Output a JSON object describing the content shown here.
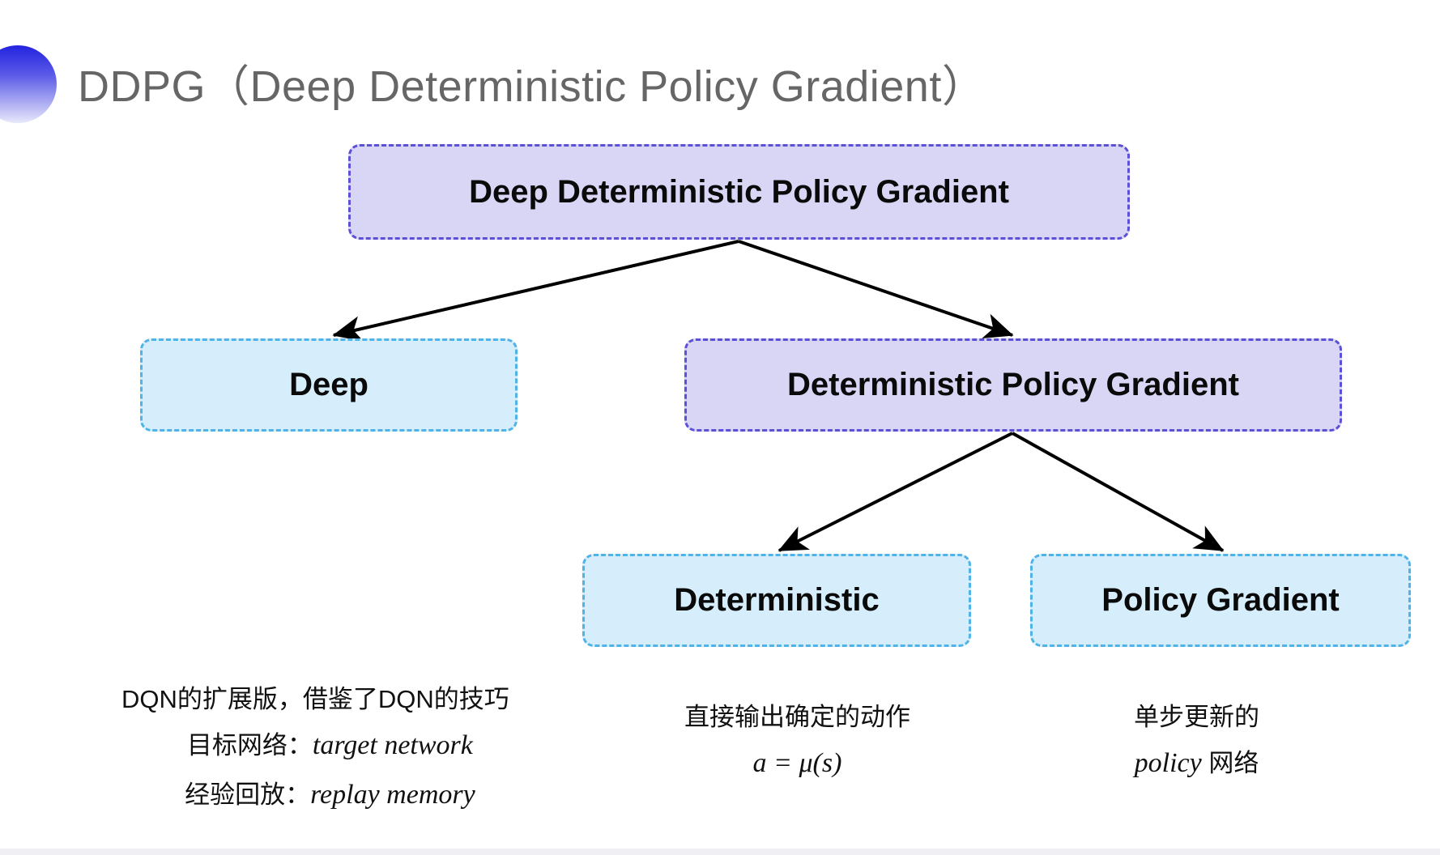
{
  "slide": {
    "title": "DDPG（Deep Deterministic Policy Gradient）",
    "accent_icon": "half-circle-gradient-marker",
    "background_color": "#ffffff"
  },
  "colors": {
    "purple_fill": "#d9d5f5",
    "purple_border": "#5b50d6",
    "blue_fill": "#d6eefc",
    "blue_border": "#4fb3e8",
    "arrow_color": "#000000",
    "title_color": "#666666",
    "accent_gradient_start": "#2323e0",
    "accent_gradient_end": "#e8e8fb"
  },
  "diagram": {
    "type": "tree",
    "nodes": [
      {
        "id": "root",
        "label": "Deep Deterministic Policy Gradient",
        "style": "purple",
        "level": 0
      },
      {
        "id": "deep",
        "label": "Deep",
        "style": "blue",
        "level": 1
      },
      {
        "id": "dpg",
        "label": "Deterministic Policy Gradient",
        "style": "purple",
        "level": 1
      },
      {
        "id": "det",
        "label": "Deterministic",
        "style": "blue",
        "level": 2
      },
      {
        "id": "pg",
        "label": "Policy Gradient",
        "style": "blue",
        "level": 2
      }
    ],
    "edges": [
      {
        "from": "root",
        "to": "deep"
      },
      {
        "from": "root",
        "to": "dpg"
      },
      {
        "from": "dpg",
        "to": "det"
      },
      {
        "from": "dpg",
        "to": "pg"
      }
    ]
  },
  "captions": {
    "deep": {
      "line1": "DQN的扩展版，借鉴了DQN的技巧",
      "line2_label": "目标网络：",
      "line2_term": "target network",
      "line3_label": "经验回放：",
      "line3_term": "replay memory"
    },
    "deterministic": {
      "line1": "直接输出确定的动作",
      "formula": "a = μ(s)"
    },
    "policy_gradient": {
      "line1": "单步更新的",
      "line2_term": "policy",
      "line2_label": " 网络"
    }
  }
}
